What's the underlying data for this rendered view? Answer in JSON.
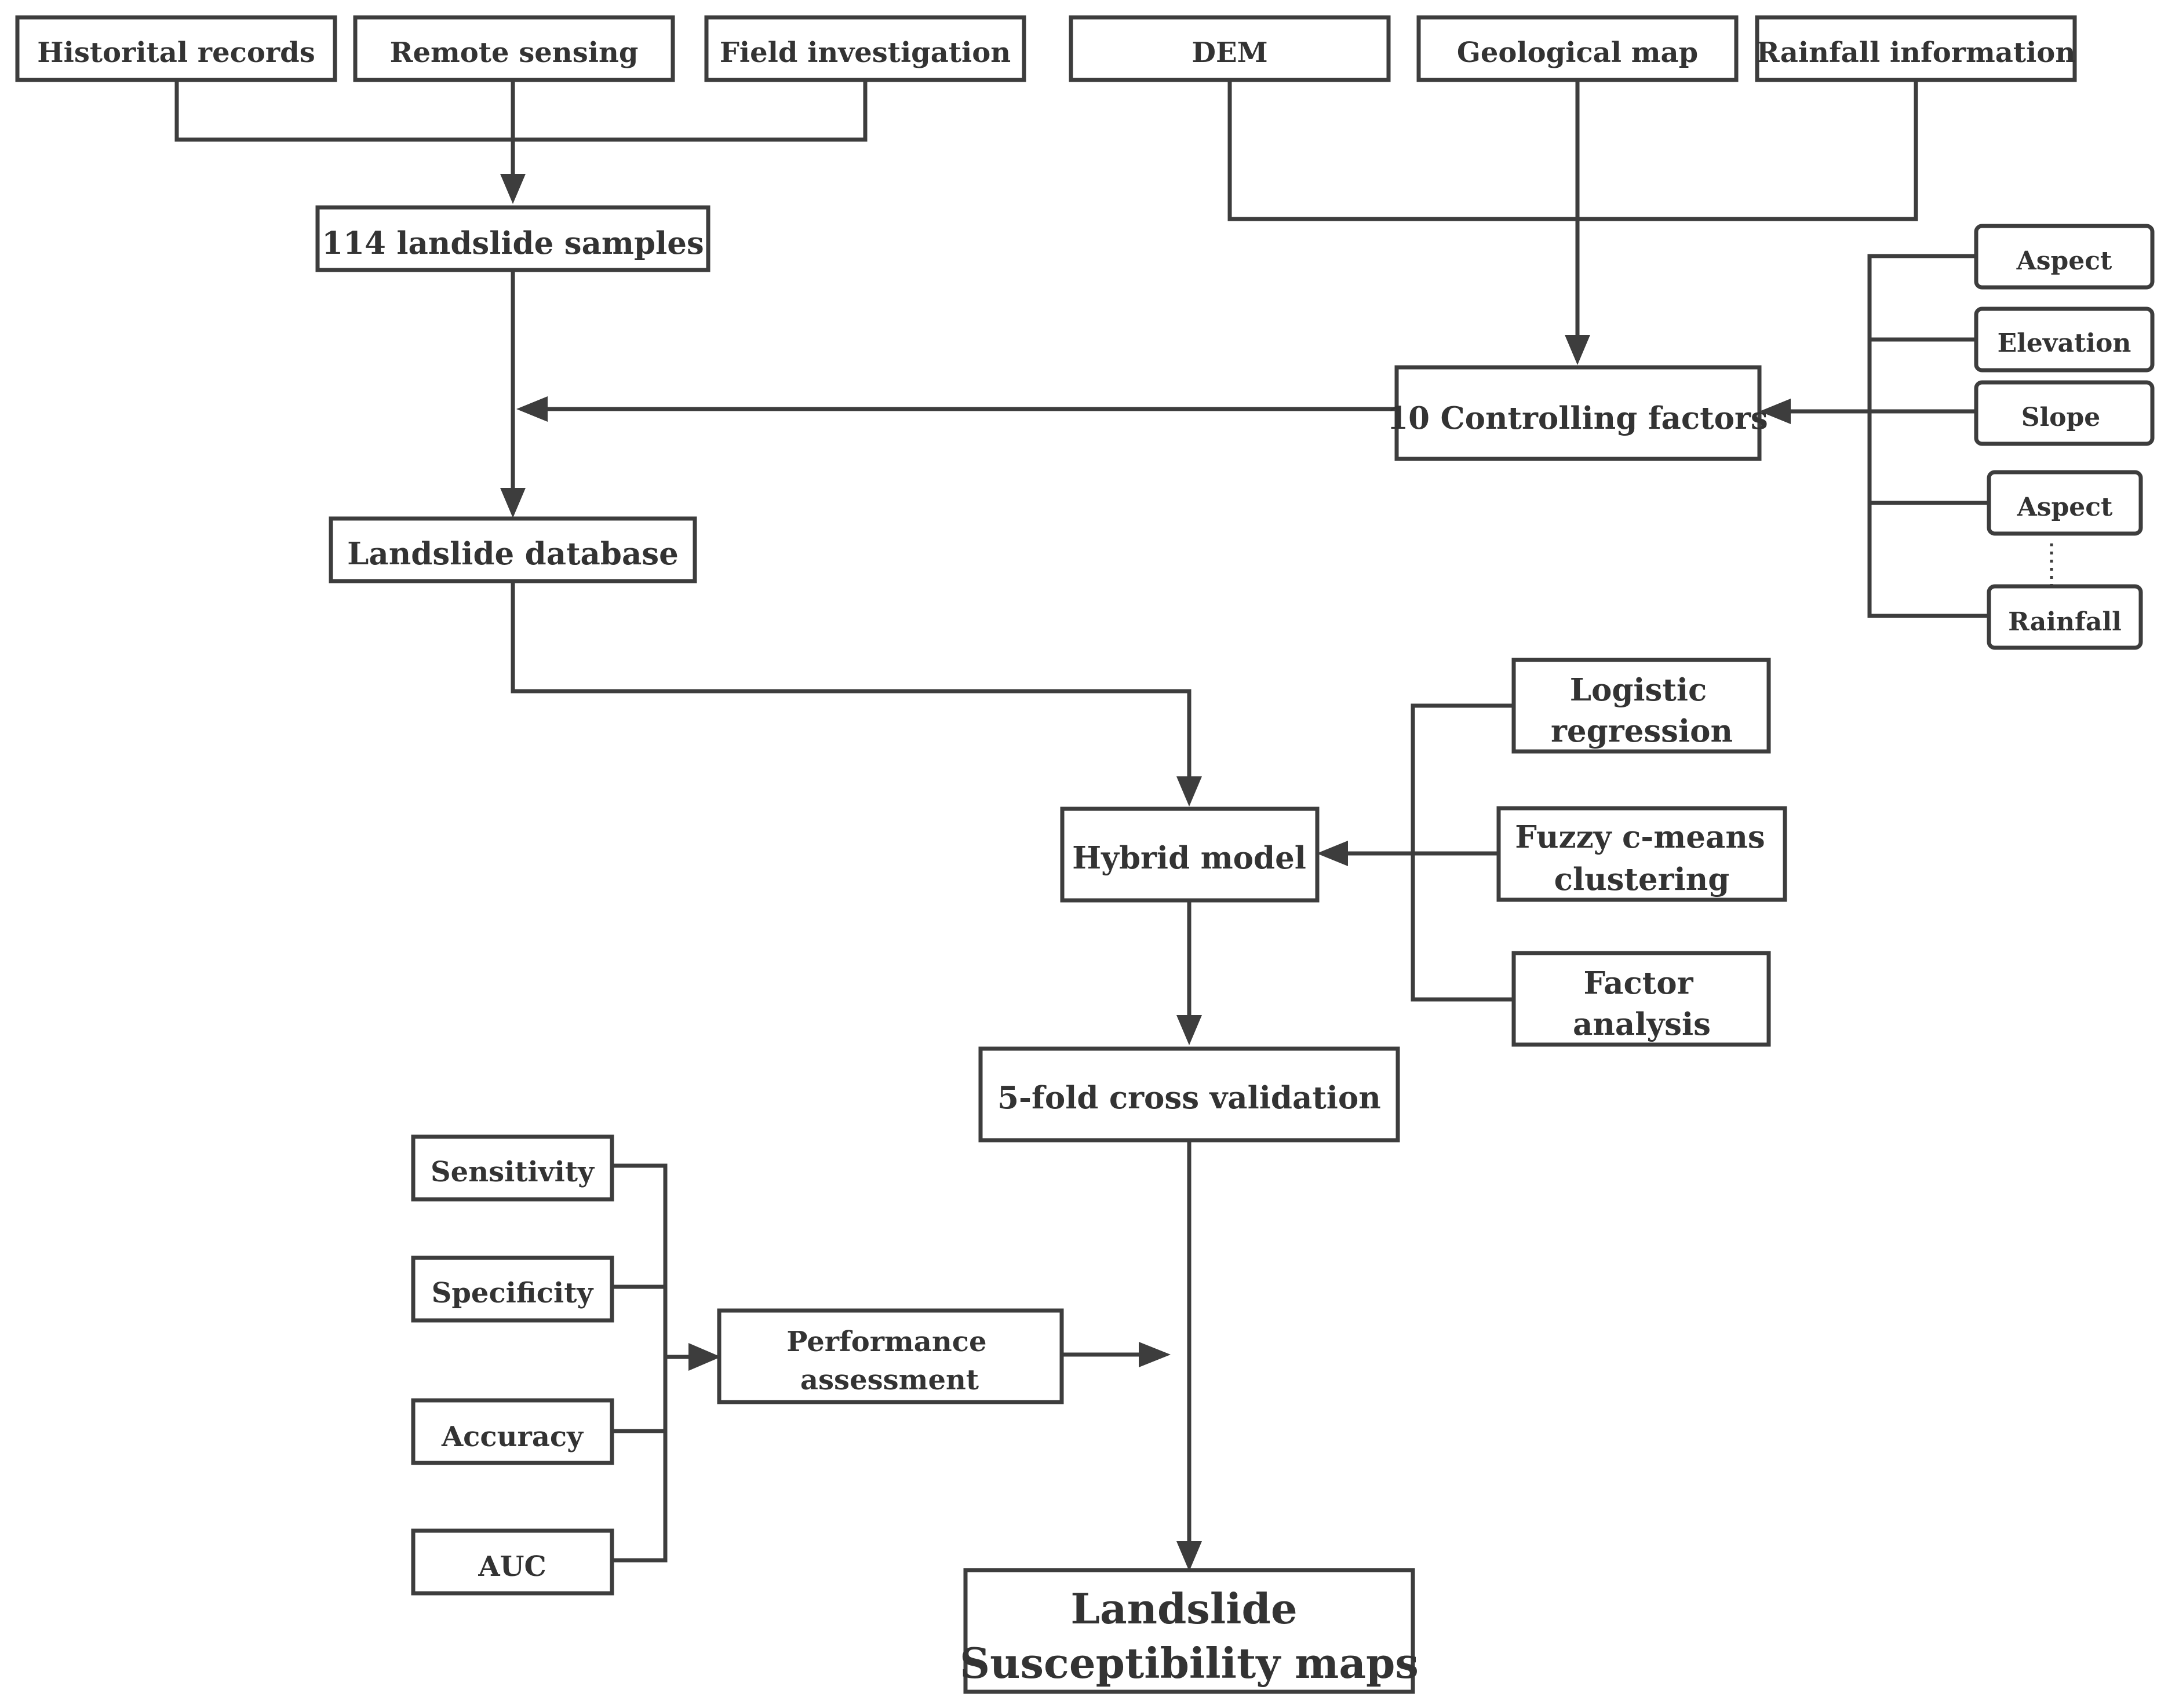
{
  "diagram": {
    "sources_left": [
      "Historital records",
      "Remote sensing",
      "Field investigation"
    ],
    "sources_right": [
      "DEM",
      "Geological map",
      "Rainfall information"
    ],
    "samples": "114 landslide samples",
    "controlling_factors": "10 Controlling factors",
    "factor_list": [
      "Aspect",
      "Elevation",
      "Slope",
      "Aspect",
      "Rainfall"
    ],
    "database": "Landslide database",
    "hybrid_model": "Hybrid model",
    "model_components": [
      [
        "Logistic",
        "regression"
      ],
      [
        "Fuzzy c-means",
        "clustering"
      ],
      [
        "Factor",
        "analysis"
      ]
    ],
    "cross_validation": "5-fold cross validation",
    "metrics": [
      "Sensitivity",
      "Specificity",
      "Accuracy",
      "AUC"
    ],
    "performance": [
      "Performance",
      "assessment"
    ],
    "output": [
      "Landslide",
      "Susceptibility maps"
    ]
  },
  "colors": {
    "stroke": "#3d3d3d",
    "text": "#333333",
    "background": "#ffffff"
  }
}
